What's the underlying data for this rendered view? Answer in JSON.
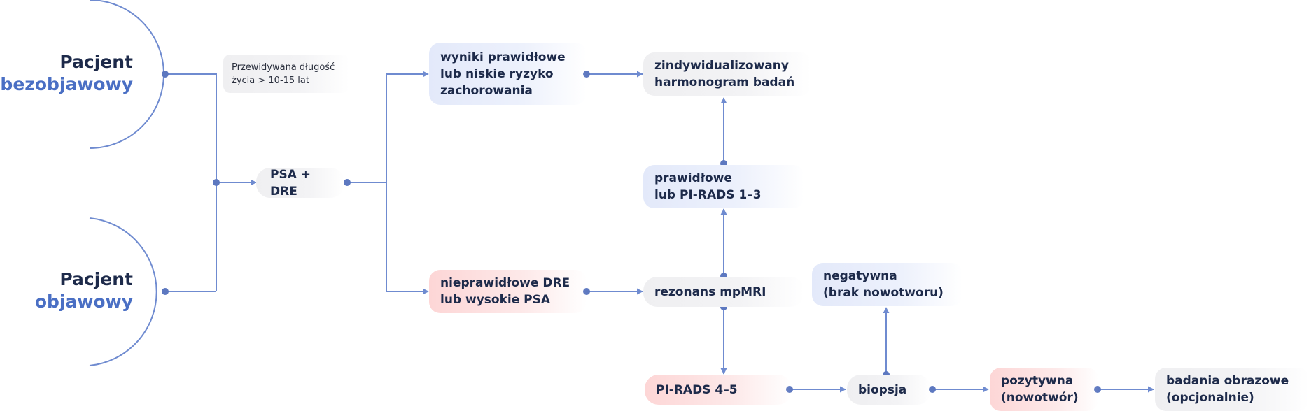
{
  "colors": {
    "line": "#6f8bd0",
    "dot": "#5d78c0",
    "title_dark": "#1d2a4a",
    "title_accent": "#4a6fc4"
  },
  "patients": [
    {
      "line1": "Pacjent",
      "line2": "bezobjawowy"
    },
    {
      "line1": "Pacjent",
      "line2": "objawowy"
    }
  ],
  "nodes": {
    "life_expectancy": "Przewidywana długość\nżycia > 10-15 lat",
    "psa_dre": "PSA + DRE",
    "normal_low_risk": "wyniki prawidłowe\nlub niskie ryzyko\nzachorowania",
    "individual_schedule": "zindywidualizowany\nharmonogram badań",
    "normal_pirads": "prawidłowe\nlub PI-RADS 1–3",
    "abnormal": "nieprawidłowe DRE\nlub wysokie PSA",
    "mpmri": "rezonans mpMRI",
    "negative": "negatywna\n(brak nowotworu)",
    "pirads_high": "PI-RADS 4–5",
    "biopsy": "biopsja",
    "positive": "pozytywna\n(nowotwór)",
    "imaging": "badania obrazowe\n(opcjonalnie)"
  }
}
